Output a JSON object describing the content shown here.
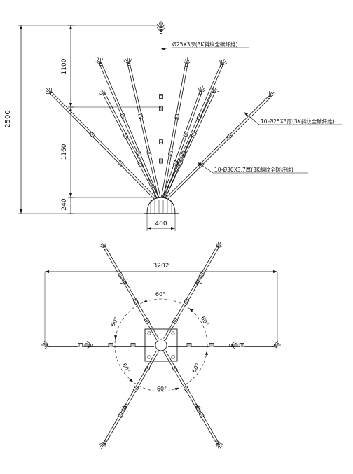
{
  "side_view": {
    "dimensions": {
      "total_height": "2500",
      "upper_segment": "1100",
      "middle_segment": "1160",
      "base_segment": "240",
      "base_width": "400"
    },
    "callouts": {
      "center_tube": "Ø25X3厚(3K斜纹全碳纤维)",
      "upper_tubes": "10-Ø25X3厚(3K斜纹全碳纤维)",
      "lower_tubes": "10-Ø30X3.7厚(3K斜纹全碳纤维)"
    }
  },
  "top_view": {
    "span_dimension": "3202",
    "angles": [
      "60°",
      "60°",
      "60°",
      "60°",
      "60°",
      "60°"
    ]
  },
  "colors": {
    "line": "#111111",
    "background": "#ffffff"
  }
}
